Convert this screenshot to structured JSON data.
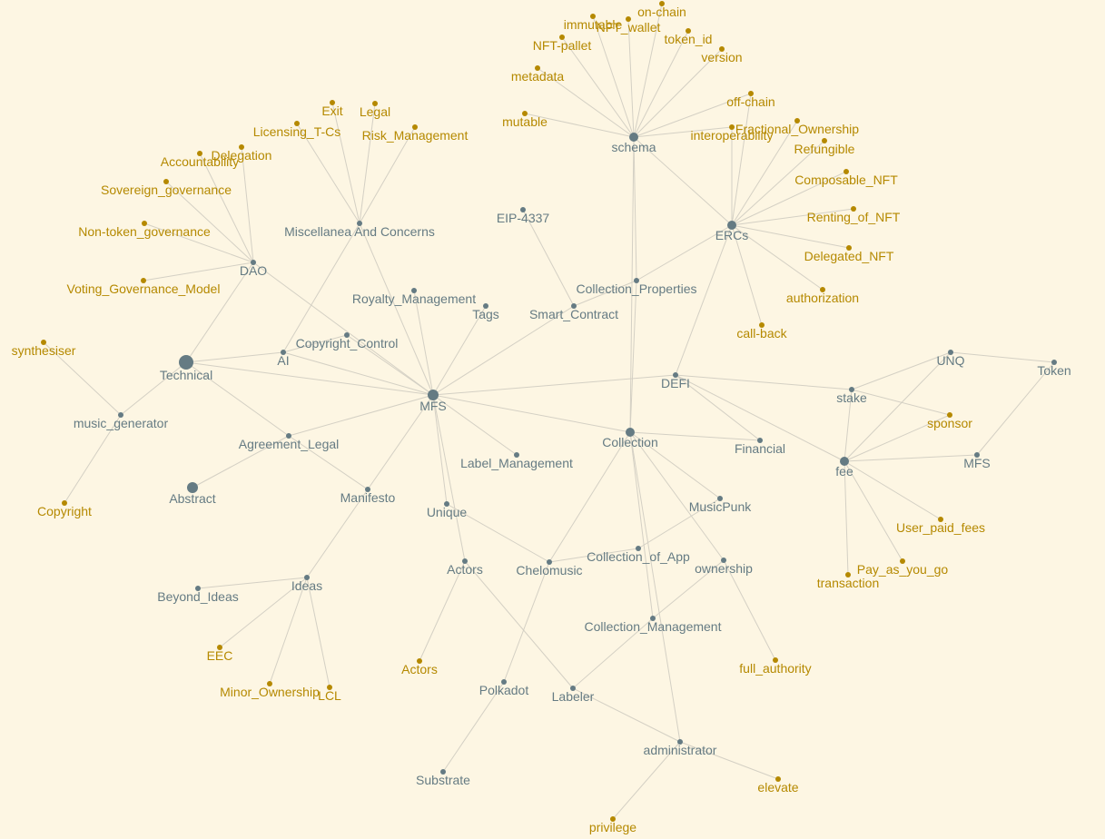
{
  "colors": {
    "background": "#fdf6e3",
    "concept": "#657b83",
    "leaf": "#b58900",
    "edge": "#d4d0c4"
  },
  "nodes": [
    {
      "id": "mfs",
      "label": "MFS",
      "kind": "concept",
      "size": "large"
    },
    {
      "id": "technical",
      "label": "Technical",
      "kind": "concept",
      "size": "xlarge"
    },
    {
      "id": "abstract",
      "label": "Abstract",
      "kind": "concept",
      "size": "large"
    },
    {
      "id": "ai",
      "label": "AI",
      "kind": "concept",
      "size": "small"
    },
    {
      "id": "copyright_control",
      "label": "Copyright_Control",
      "kind": "concept",
      "size": "small"
    },
    {
      "id": "royalty_management",
      "label": "Royalty_Management",
      "kind": "concept",
      "size": "small"
    },
    {
      "id": "tags",
      "label": "Tags",
      "kind": "concept",
      "size": "small"
    },
    {
      "id": "smart_contract",
      "label": "Smart_Contract",
      "kind": "concept",
      "size": "small"
    },
    {
      "id": "eip4337",
      "label": "EIP-4337",
      "kind": "concept",
      "size": "small"
    },
    {
      "id": "collection_properties",
      "label": "Collection_Properties",
      "kind": "concept",
      "size": "small"
    },
    {
      "id": "schema",
      "label": "schema",
      "kind": "concept",
      "size": "medium"
    },
    {
      "id": "ercs",
      "label": "ERCs",
      "kind": "concept",
      "size": "medium"
    },
    {
      "id": "misc",
      "label": "Miscellanea And Concerns",
      "kind": "concept",
      "size": "small"
    },
    {
      "id": "dao",
      "label": "DAO",
      "kind": "concept",
      "size": "small"
    },
    {
      "id": "music_generator",
      "label": "music_generator",
      "kind": "concept",
      "size": "small"
    },
    {
      "id": "agreement_legal",
      "label": "Agreement_Legal",
      "kind": "concept",
      "size": "small"
    },
    {
      "id": "manifesto",
      "label": "Manifesto",
      "kind": "concept",
      "size": "small"
    },
    {
      "id": "ideas",
      "label": "Ideas",
      "kind": "concept",
      "size": "small"
    },
    {
      "id": "beyond_ideas",
      "label": "Beyond_Ideas",
      "kind": "concept",
      "size": "small"
    },
    {
      "id": "unique",
      "label": "Unique",
      "kind": "concept",
      "size": "small"
    },
    {
      "id": "label_management",
      "label": "Label_Management",
      "kind": "concept",
      "size": "small"
    },
    {
      "id": "actors_c",
      "label": "Actors",
      "kind": "concept",
      "size": "small"
    },
    {
      "id": "chelomusic",
      "label": "Chelomusic",
      "kind": "concept",
      "size": "small"
    },
    {
      "id": "polkadot",
      "label": "Polkadot",
      "kind": "concept",
      "size": "small"
    },
    {
      "id": "substrate",
      "label": "Substrate",
      "kind": "concept",
      "size": "small"
    },
    {
      "id": "labeler",
      "label": "Labeler",
      "kind": "concept",
      "size": "small"
    },
    {
      "id": "collection",
      "label": "Collection",
      "kind": "concept",
      "size": "medium"
    },
    {
      "id": "collection_of_app",
      "label": "Collection_of_App",
      "kind": "concept",
      "size": "small"
    },
    {
      "id": "musicpunk",
      "label": "MusicPunk",
      "kind": "concept",
      "size": "small"
    },
    {
      "id": "ownership",
      "label": "ownership",
      "kind": "concept",
      "size": "small"
    },
    {
      "id": "collection_management",
      "label": "Collection_Management",
      "kind": "concept",
      "size": "small"
    },
    {
      "id": "administrator",
      "label": "administrator",
      "kind": "concept",
      "size": "small"
    },
    {
      "id": "defi",
      "label": "DEFI",
      "kind": "concept",
      "size": "small"
    },
    {
      "id": "financial",
      "label": "Financial",
      "kind": "concept",
      "size": "small"
    },
    {
      "id": "stake",
      "label": "stake",
      "kind": "concept",
      "size": "small"
    },
    {
      "id": "unq",
      "label": "UNQ",
      "kind": "concept",
      "size": "small"
    },
    {
      "id": "token",
      "label": "Token",
      "kind": "concept",
      "size": "small"
    },
    {
      "id": "fee",
      "label": "fee",
      "kind": "concept",
      "size": "medium"
    },
    {
      "id": "mfs2",
      "label": "MFS",
      "kind": "concept",
      "size": "small"
    },
    {
      "id": "synthesiser",
      "label": "synthesiser",
      "kind": "leaf",
      "size": "small"
    },
    {
      "id": "copyright",
      "label": "Copyright",
      "kind": "leaf",
      "size": "small"
    },
    {
      "id": "accountability",
      "label": "Accountability",
      "kind": "leaf",
      "size": "small"
    },
    {
      "id": "delegation",
      "label": "Delegation",
      "kind": "leaf",
      "size": "small"
    },
    {
      "id": "sovereign_gov",
      "label": "Sovereign_governance",
      "kind": "leaf",
      "size": "small"
    },
    {
      "id": "non_token_gov",
      "label": "Non-token_governance",
      "kind": "leaf",
      "size": "small"
    },
    {
      "id": "voting_gov",
      "label": "Voting_Governance_Model",
      "kind": "leaf",
      "size": "small"
    },
    {
      "id": "exit",
      "label": "Exit",
      "kind": "leaf",
      "size": "small"
    },
    {
      "id": "legal",
      "label": "Legal",
      "kind": "leaf",
      "size": "small"
    },
    {
      "id": "licensing",
      "label": "Licensing_T-Cs",
      "kind": "leaf",
      "size": "small"
    },
    {
      "id": "risk",
      "label": "Risk_Management",
      "kind": "leaf",
      "size": "small"
    },
    {
      "id": "mutable",
      "label": "mutable",
      "kind": "leaf",
      "size": "small"
    },
    {
      "id": "metadata",
      "label": "metadata",
      "kind": "leaf",
      "size": "small"
    },
    {
      "id": "nft_pallet",
      "label": "NFT-pallet",
      "kind": "leaf",
      "size": "small"
    },
    {
      "id": "immutable",
      "label": "immutable",
      "kind": "leaf",
      "size": "small"
    },
    {
      "id": "nft_wallet",
      "label": "NFT_wallet",
      "kind": "leaf",
      "size": "small"
    },
    {
      "id": "on_chain",
      "label": "on-chain",
      "kind": "leaf",
      "size": "small"
    },
    {
      "id": "token_id",
      "label": "token_id",
      "kind": "leaf",
      "size": "small"
    },
    {
      "id": "version",
      "label": "version",
      "kind": "leaf",
      "size": "small"
    },
    {
      "id": "off_chain",
      "label": "off-chain",
      "kind": "leaf",
      "size": "small"
    },
    {
      "id": "interoperability",
      "label": "interoperability",
      "kind": "leaf",
      "size": "small"
    },
    {
      "id": "fractional",
      "label": "Fractional_Ownership",
      "kind": "leaf",
      "size": "small"
    },
    {
      "id": "refungible",
      "label": "Refungible",
      "kind": "leaf",
      "size": "small"
    },
    {
      "id": "composable",
      "label": "Composable_NFT",
      "kind": "leaf",
      "size": "small"
    },
    {
      "id": "renting",
      "label": "Renting_of_NFT",
      "kind": "leaf",
      "size": "small"
    },
    {
      "id": "delegated",
      "label": "Delegated_NFT",
      "kind": "leaf",
      "size": "small"
    },
    {
      "id": "authorization",
      "label": "authorization",
      "kind": "leaf",
      "size": "small"
    },
    {
      "id": "call_back",
      "label": "call-back",
      "kind": "leaf",
      "size": "small"
    },
    {
      "id": "eec",
      "label": "EEC",
      "kind": "leaf",
      "size": "small"
    },
    {
      "id": "minor_ownership",
      "label": "Minor_Ownership",
      "kind": "leaf",
      "size": "small"
    },
    {
      "id": "lcl",
      "label": "LCL",
      "kind": "leaf",
      "size": "small"
    },
    {
      "id": "actors_l",
      "label": "Actors",
      "kind": "leaf",
      "size": "small"
    },
    {
      "id": "full_authority",
      "label": "full_authority",
      "kind": "leaf",
      "size": "small"
    },
    {
      "id": "elevate",
      "label": "elevate",
      "kind": "leaf",
      "size": "small"
    },
    {
      "id": "privilege",
      "label": "privilege",
      "kind": "leaf",
      "size": "small"
    },
    {
      "id": "sponsor",
      "label": "sponsor",
      "kind": "leaf",
      "size": "small"
    },
    {
      "id": "user_paid_fees",
      "label": "User_paid_fees",
      "kind": "leaf",
      "size": "small"
    },
    {
      "id": "pay_as_you_go",
      "label": "Pay_as_you_go",
      "kind": "leaf",
      "size": "small"
    },
    {
      "id": "transaction",
      "label": "transaction",
      "kind": "leaf",
      "size": "small"
    }
  ],
  "edges": [
    [
      "mfs",
      "technical"
    ],
    [
      "mfs",
      "ai"
    ],
    [
      "mfs",
      "copyright_control"
    ],
    [
      "mfs",
      "royalty_management"
    ],
    [
      "mfs",
      "tags"
    ],
    [
      "mfs",
      "smart_contract"
    ],
    [
      "mfs",
      "misc"
    ],
    [
      "mfs",
      "dao"
    ],
    [
      "mfs",
      "agreement_legal"
    ],
    [
      "mfs",
      "manifesto"
    ],
    [
      "mfs",
      "unique"
    ],
    [
      "mfs",
      "label_management"
    ],
    [
      "mfs",
      "actors_c"
    ],
    [
      "mfs",
      "collection"
    ],
    [
      "mfs",
      "defi"
    ],
    [
      "technical",
      "ai"
    ],
    [
      "technical",
      "music_generator"
    ],
    [
      "technical",
      "dao"
    ],
    [
      "technical",
      "agreement_legal"
    ],
    [
      "ai",
      "misc"
    ],
    [
      "ai",
      "copyright_control"
    ],
    [
      "music_generator",
      "synthesiser"
    ],
    [
      "music_generator",
      "copyright"
    ],
    [
      "agreement_legal",
      "abstract"
    ],
    [
      "agreement_legal",
      "manifesto"
    ],
    [
      "manifesto",
      "ideas"
    ],
    [
      "ideas",
      "beyond_ideas"
    ],
    [
      "ideas",
      "eec"
    ],
    [
      "ideas",
      "minor_ownership"
    ],
    [
      "ideas",
      "lcl"
    ],
    [
      "dao",
      "accountability"
    ],
    [
      "dao",
      "delegation"
    ],
    [
      "dao",
      "sovereign_gov"
    ],
    [
      "dao",
      "non_token_gov"
    ],
    [
      "dao",
      "voting_gov"
    ],
    [
      "misc",
      "exit"
    ],
    [
      "misc",
      "legal"
    ],
    [
      "misc",
      "licensing"
    ],
    [
      "misc",
      "risk"
    ],
    [
      "smart_contract",
      "eip4337"
    ],
    [
      "smart_contract",
      "collection_properties"
    ],
    [
      "collection_properties",
      "ercs"
    ],
    [
      "collection_properties",
      "schema"
    ],
    [
      "collection_properties",
      "collection"
    ],
    [
      "schema",
      "mutable"
    ],
    [
      "schema",
      "metadata"
    ],
    [
      "schema",
      "nft_pallet"
    ],
    [
      "schema",
      "immutable"
    ],
    [
      "schema",
      "nft_wallet"
    ],
    [
      "schema",
      "on_chain"
    ],
    [
      "schema",
      "token_id"
    ],
    [
      "schema",
      "version"
    ],
    [
      "schema",
      "off_chain"
    ],
    [
      "schema",
      "interoperability"
    ],
    [
      "schema",
      "ercs"
    ],
    [
      "schema",
      "collection"
    ],
    [
      "ercs",
      "interoperability"
    ],
    [
      "ercs",
      "off_chain"
    ],
    [
      "ercs",
      "fractional"
    ],
    [
      "ercs",
      "refungible"
    ],
    [
      "ercs",
      "composable"
    ],
    [
      "ercs",
      "renting"
    ],
    [
      "ercs",
      "delegated"
    ],
    [
      "ercs",
      "authorization"
    ],
    [
      "ercs",
      "call_back"
    ],
    [
      "ercs",
      "defi"
    ],
    [
      "unique",
      "chelomusic"
    ],
    [
      "actors_c",
      "actors_l"
    ],
    [
      "actors_c",
      "labeler"
    ],
    [
      "chelomusic",
      "collection"
    ],
    [
      "chelomusic",
      "polkadot"
    ],
    [
      "chelomusic",
      "collection_of_app"
    ],
    [
      "polkadot",
      "substrate"
    ],
    [
      "collection",
      "financial"
    ],
    [
      "collection",
      "musicpunk"
    ],
    [
      "collection",
      "ownership"
    ],
    [
      "collection",
      "collection_management"
    ],
    [
      "collection",
      "administrator"
    ],
    [
      "collection_of_app",
      "musicpunk"
    ],
    [
      "ownership",
      "collection_management"
    ],
    [
      "ownership",
      "full_authority"
    ],
    [
      "collection_management",
      "labeler"
    ],
    [
      "labeler",
      "administrator"
    ],
    [
      "administrator",
      "elevate"
    ],
    [
      "administrator",
      "privilege"
    ],
    [
      "defi",
      "financial"
    ],
    [
      "defi",
      "stake"
    ],
    [
      "defi",
      "fee"
    ],
    [
      "stake",
      "unq"
    ],
    [
      "stake",
      "sponsor"
    ],
    [
      "stake",
      "fee"
    ],
    [
      "unq",
      "token"
    ],
    [
      "unq",
      "fee"
    ],
    [
      "token",
      "mfs2"
    ],
    [
      "fee",
      "sponsor"
    ],
    [
      "fee",
      "mfs2"
    ],
    [
      "fee",
      "user_paid_fees"
    ],
    [
      "fee",
      "pay_as_you_go"
    ],
    [
      "fee",
      "transaction"
    ]
  ]
}
